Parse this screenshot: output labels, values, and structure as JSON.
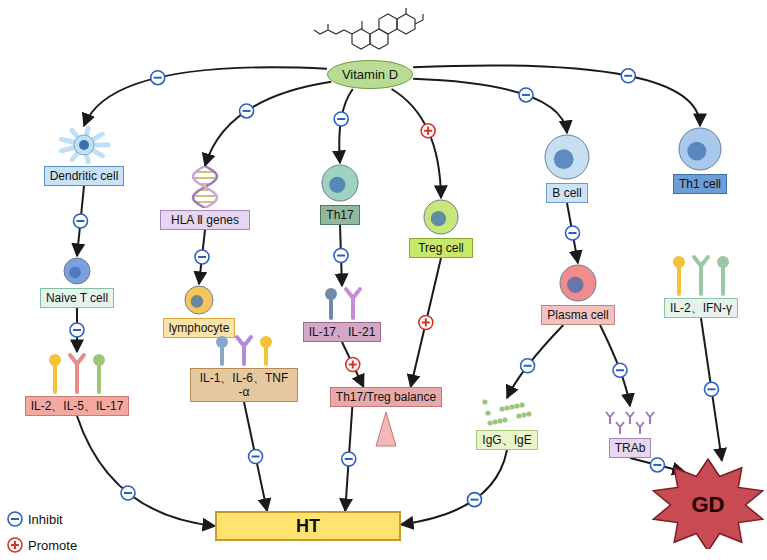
{
  "diagram": {
    "nodes": [
      {
        "text": [
          "Vitamin D"
        ]
      },
      {
        "text": [
          "Dendritic cell"
        ]
      },
      {
        "text": [
          "Naive T cell"
        ]
      },
      {
        "text": [
          "IL-2、IL-5、IL-17"
        ]
      },
      {
        "text": [
          "HLA Ⅱ genes"
        ]
      },
      {
        "text": [
          "lymphocyte"
        ]
      },
      {
        "text": [
          "IL-1、IL-6、TNF -α"
        ]
      },
      {
        "text": [
          "Th17"
        ]
      },
      {
        "text": [
          "IL-17、IL-21"
        ]
      },
      {
        "text": [
          "Treg cell"
        ]
      },
      {
        "text": [
          "Th17/Treg balance"
        ]
      },
      {
        "text": [
          "B cell"
        ]
      },
      {
        "text": [
          "Plasma cell"
        ]
      },
      {
        "text": [
          "IgG、IgE"
        ]
      },
      {
        "text": [
          "TRAb"
        ]
      },
      {
        "text": [
          "Th1 cell"
        ]
      },
      {
        "text": [
          "IL-2、IFN-γ"
        ]
      },
      {
        "text": [
          "HT"
        ]
      },
      {
        "text": [
          "GD"
        ]
      }
    ],
    "edges": [
      {
        "from": 0,
        "to": 1,
        "arrow": "to"
      },
      {
        "from": 0,
        "to": 4,
        "arrow": "to"
      },
      {
        "from": 0,
        "to": 7,
        "arrow": "to"
      },
      {
        "from": 0,
        "to": 9,
        "arrow": "to"
      },
      {
        "from": 0,
        "to": 11,
        "arrow": "to"
      },
      {
        "from": 0,
        "to": 15,
        "arrow": "to"
      },
      {
        "from": 1,
        "to": 2,
        "arrow": "to"
      },
      {
        "from": 2,
        "to": 3,
        "arrow": "to"
      },
      {
        "from": 3,
        "to": 17,
        "arrow": "to"
      },
      {
        "from": 4,
        "to": 5,
        "arrow": "to"
      },
      {
        "from": 6,
        "to": 17,
        "arrow": "to"
      },
      {
        "from": 7,
        "to": 8,
        "arrow": "to"
      },
      {
        "from": 8,
        "to": 10,
        "arrow": "to"
      },
      {
        "from": 9,
        "to": 10,
        "arrow": "to"
      },
      {
        "from": 10,
        "to": 17,
        "arrow": "to"
      },
      {
        "from": 11,
        "to": 12,
        "arrow": "to"
      },
      {
        "from": 12,
        "to": 13,
        "arrow": "to"
      },
      {
        "from": 12,
        "to": 14,
        "arrow": "to"
      },
      {
        "from": 13,
        "to": 17,
        "arrow": "to"
      },
      {
        "from": 14,
        "to": 18,
        "arrow": "to"
      },
      {
        "from": 16,
        "to": 18,
        "arrow": "to"
      }
    ],
    "legend": [
      {
        "text": "Inhibit"
      },
      {
        "text": "Promote"
      }
    ]
  }
}
